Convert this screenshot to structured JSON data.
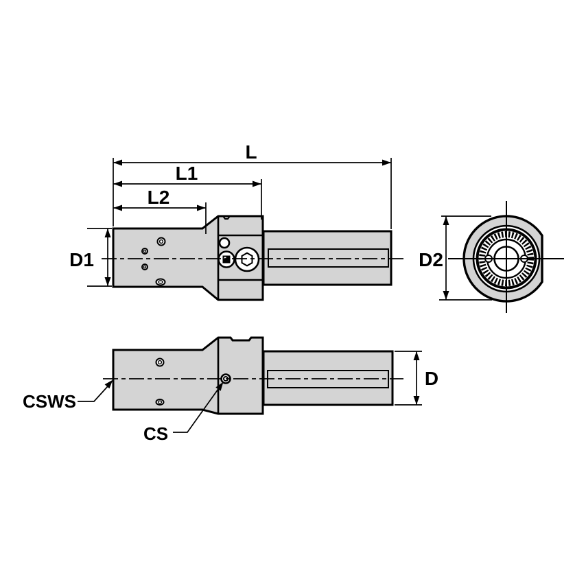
{
  "diagram": {
    "colors": {
      "part_fill": "#d4d4d4",
      "line": "#000000",
      "background": "#ffffff"
    },
    "labels": {
      "l": "L",
      "l1": "L1",
      "l2": "L2",
      "d1": "D1",
      "d2": "D2",
      "d": "D",
      "csws": "CSWS",
      "cs": "CS"
    }
  }
}
